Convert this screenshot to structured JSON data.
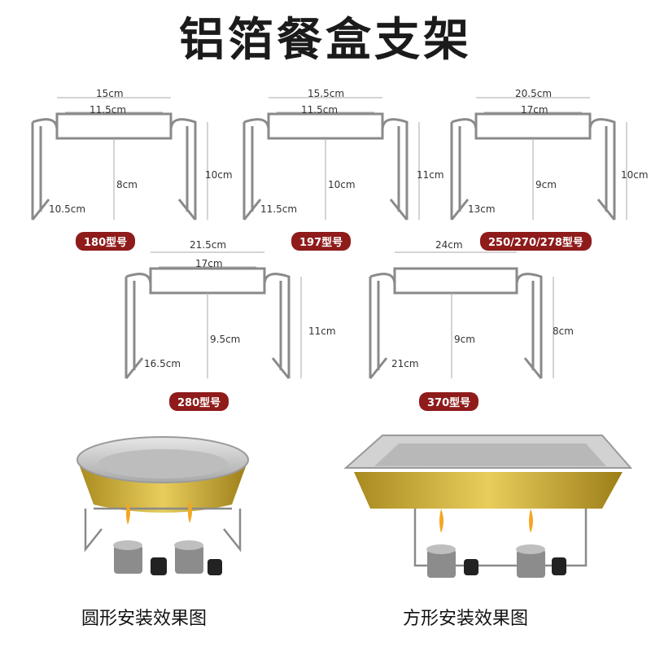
{
  "title": "铝箔餐盒支架",
  "stands": [
    {
      "model": "180型号",
      "top_width": "15cm",
      "inner_width": "11.5cm",
      "depth_label": "10.5cm",
      "inner_height": "8cm",
      "height": "10cm"
    },
    {
      "model": "197型号",
      "top_width": "15.5cm",
      "inner_width": "11.5cm",
      "depth_label": "11.5cm",
      "inner_height": "10cm",
      "height": "11cm"
    },
    {
      "model": "250/270/278型号",
      "top_width": "20.5cm",
      "inner_width": "17cm",
      "depth_label": "13cm",
      "inner_height": "9cm",
      "height": "10cm"
    },
    {
      "model": "280型号",
      "top_width": "21.5cm",
      "inner_width": "17cm",
      "depth_label": "16.5cm",
      "inner_height": "9.5cm",
      "height": "11cm"
    },
    {
      "model": "370型号",
      "top_width": "24cm",
      "inner_width": "",
      "depth_label": "21cm",
      "inner_height": "9cm",
      "height": "8cm"
    }
  ],
  "captions": {
    "round": "圆形安装效果图",
    "square": "方形安装效果图"
  },
  "colors": {
    "badge": "#8f1b1b",
    "wire": "#8a8a8a",
    "gold": "#c9a72a",
    "silver": "#c4c4c4"
  }
}
